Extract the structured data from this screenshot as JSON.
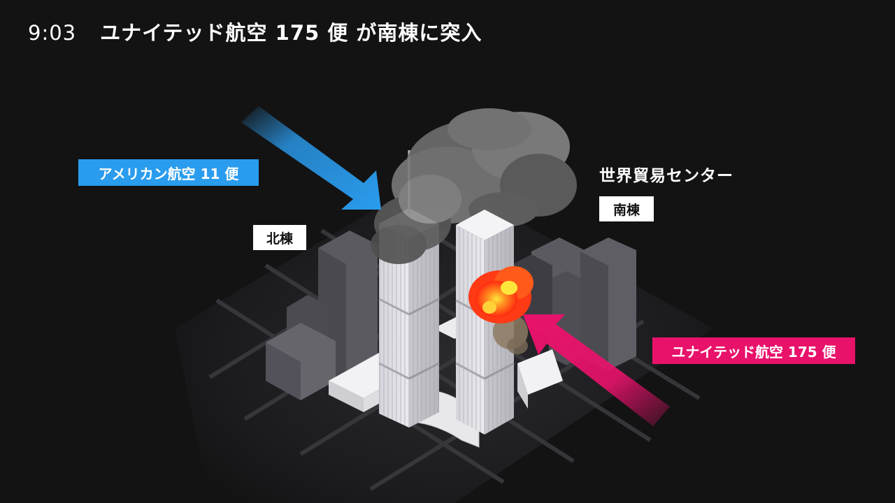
{
  "headline": {
    "time": "9:03",
    "text": "ユナイテッド航空 175 便 が南棟に突入"
  },
  "labels": {
    "american": "アメリカン航空 11 便",
    "united": "ユナイテッド航空 175 便",
    "wtc": "世界貿易センター",
    "north": "北棟",
    "south": "南棟"
  },
  "colors": {
    "background": "#141314",
    "american_arrow": "#2a9cee",
    "united_arrow": "#e8126b",
    "building": "#55535a",
    "tower": "#e2e1e6",
    "smoke": "#6f6f6f",
    "fire": "#ff4a1c"
  }
}
